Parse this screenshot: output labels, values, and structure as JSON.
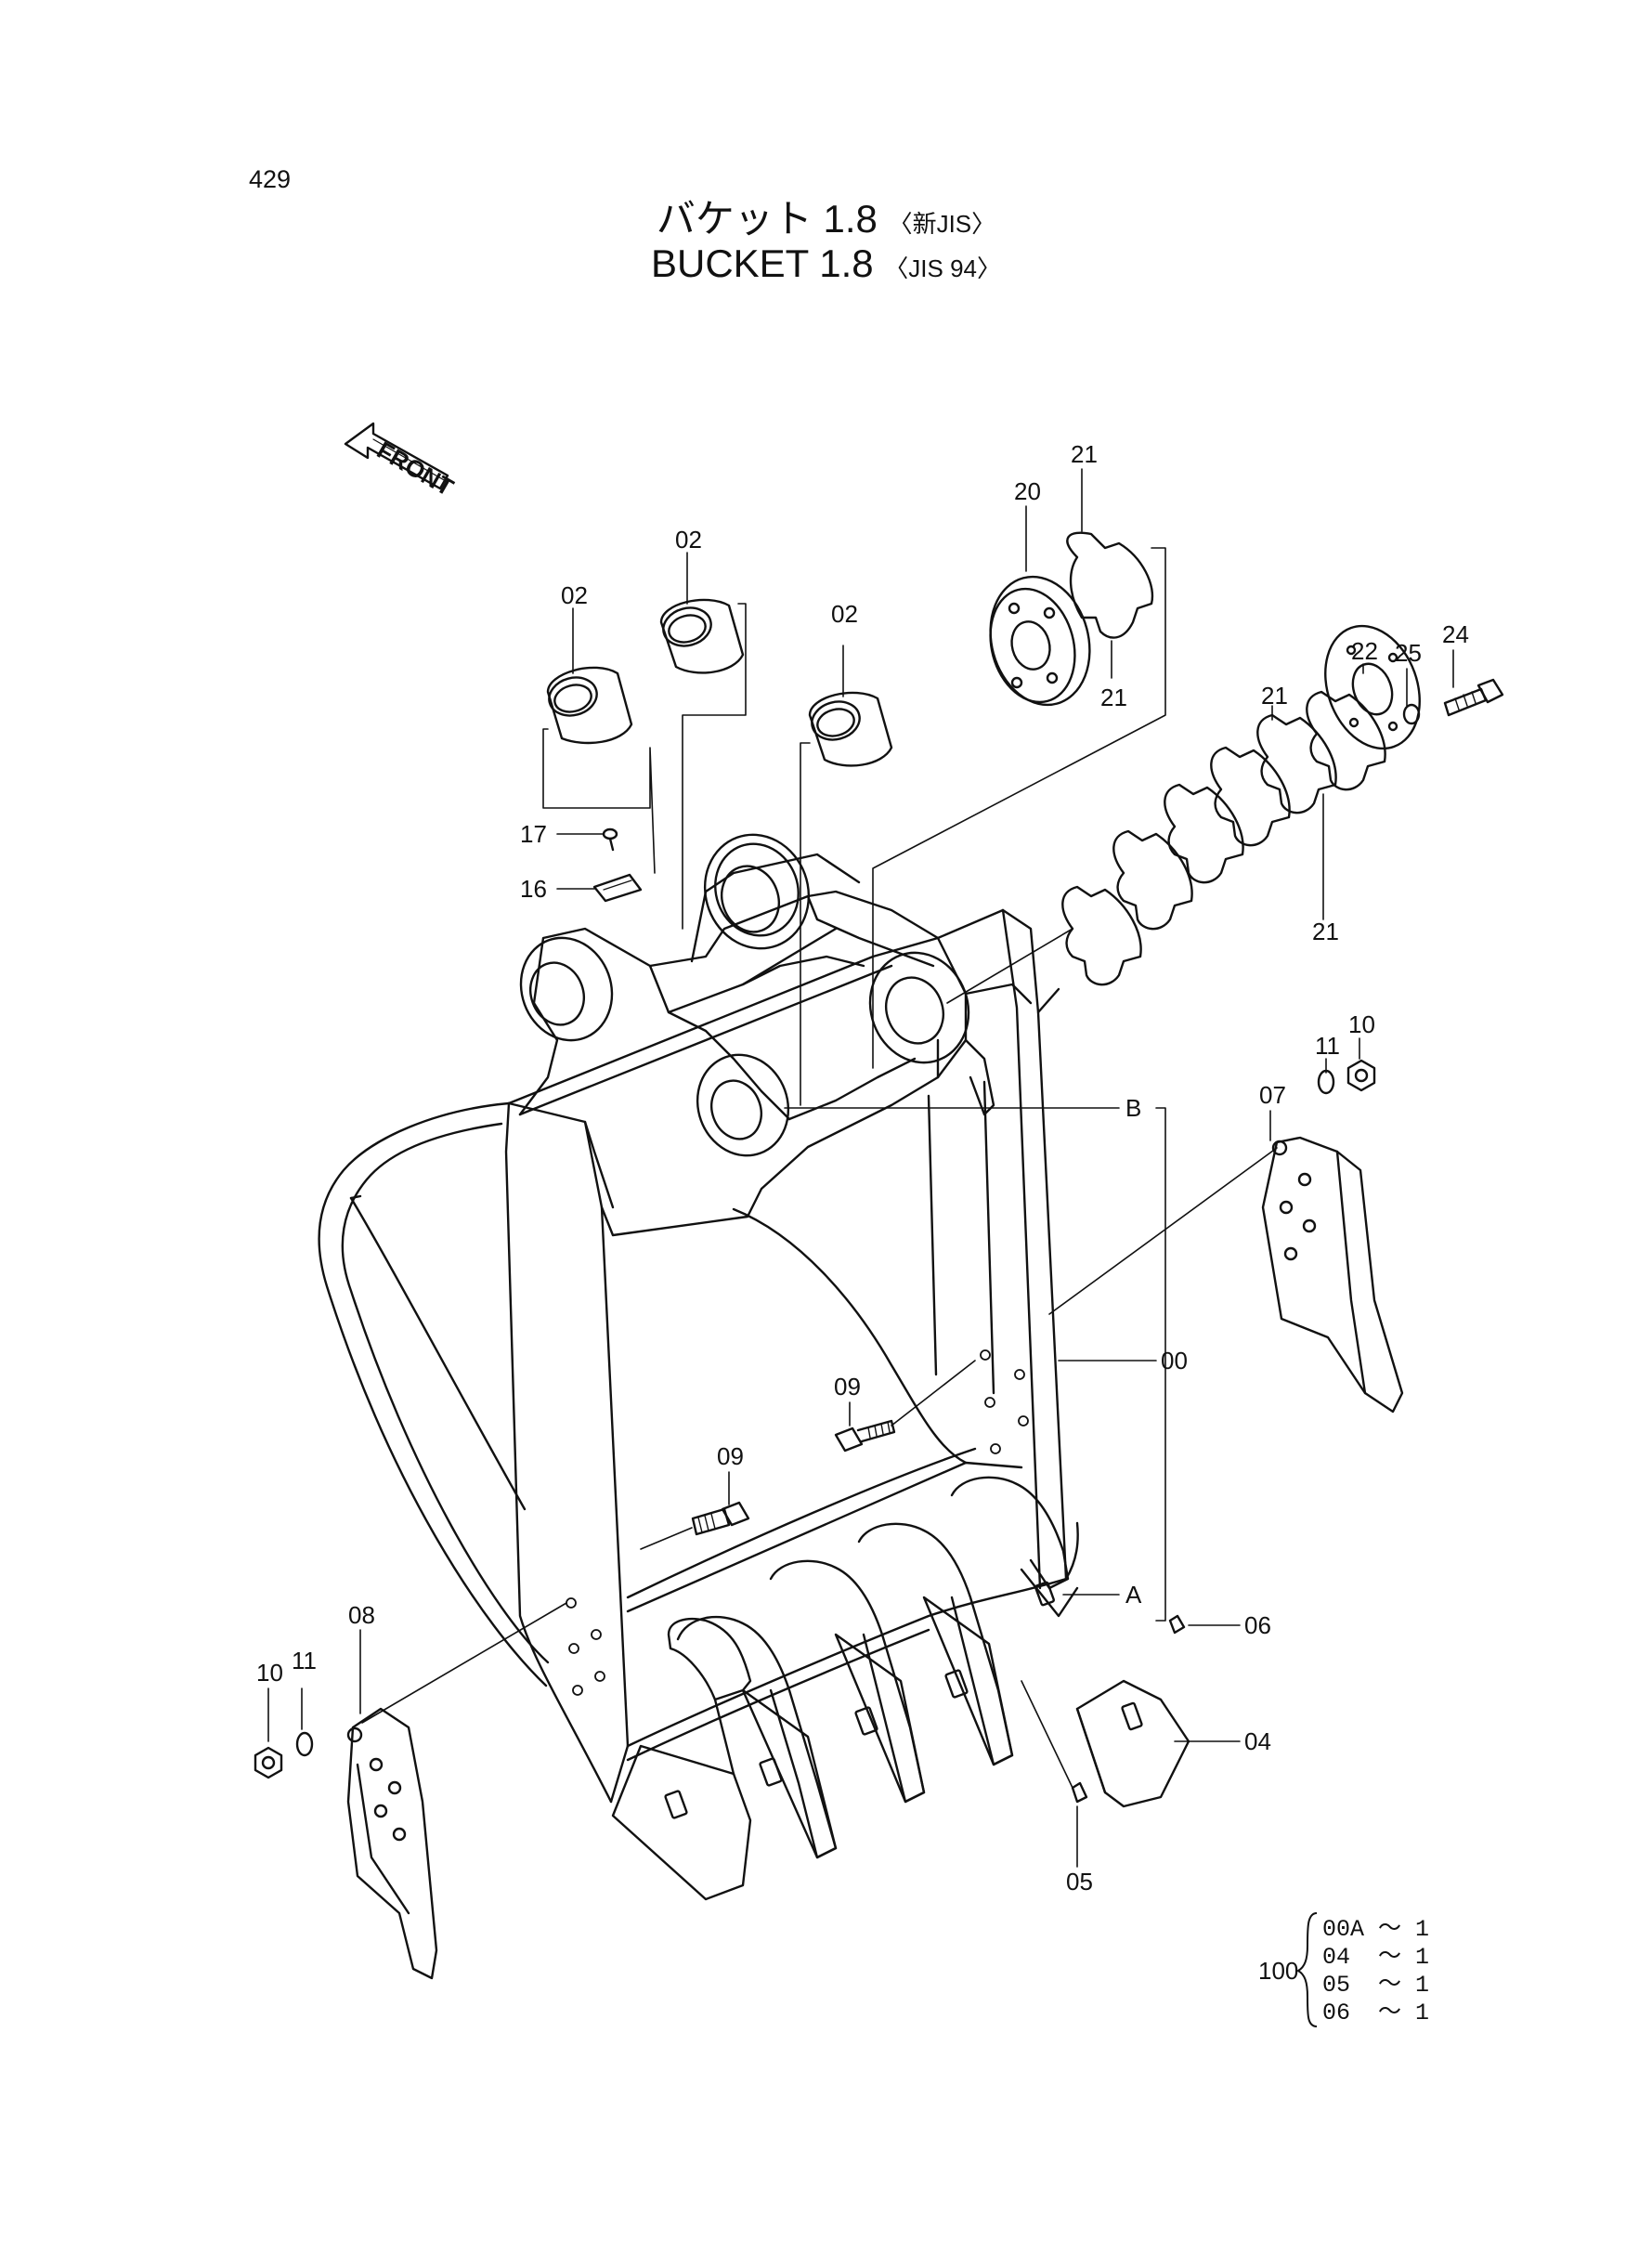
{
  "page": {
    "page_number": "429",
    "title_jp": "バケット 1.8",
    "title_jp_std": "〈新JIS〉",
    "title_en": "BUCKET  1.8",
    "title_en_std": "〈JIS 94〉"
  },
  "front_arrow_label": "FRONT",
  "callouts": {
    "c02a": "02",
    "c02b": "02",
    "c02c": "02",
    "c20": "20",
    "c21a": "21",
    "c21b": "21",
    "c21c": "21",
    "c21d": "21",
    "c22": "22",
    "c25": "25",
    "c24": "24",
    "c17": "17",
    "c16": "16",
    "c07": "07",
    "c11a": "11",
    "c10a": "10",
    "cB": "B",
    "c00": "00",
    "c09a": "09",
    "c09b": "09",
    "cA": "A",
    "c06": "06",
    "c04": "04",
    "c05": "05",
    "c08": "08",
    "c10b": "10",
    "c11b": "11"
  },
  "kit": {
    "number": "100",
    "items": [
      "00A ～ 1",
      "04  ～ 1",
      "05  ～ 1",
      "06  ～ 1"
    ]
  }
}
